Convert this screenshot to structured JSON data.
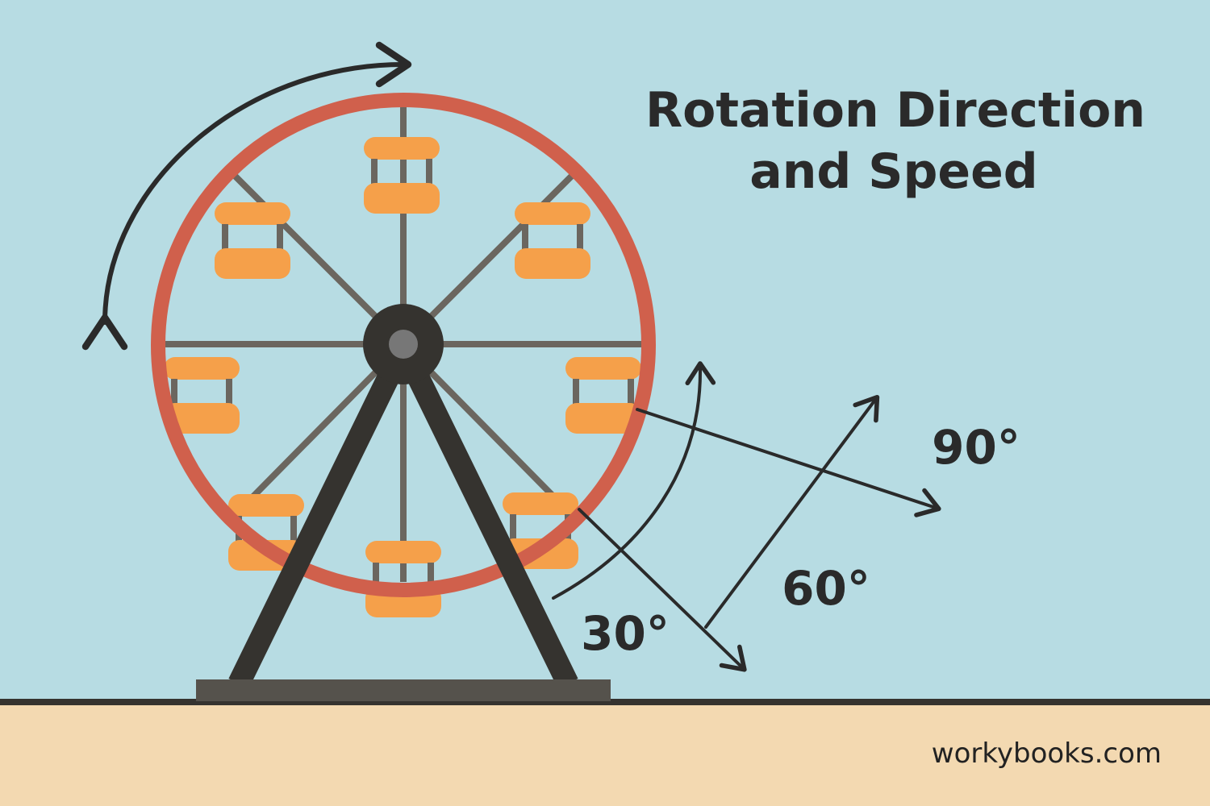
{
  "title_line1": "Rotation Direction",
  "title_line2": "and Speed",
  "angles": {
    "a90": "90°",
    "a60": "60°",
    "a30": "30°"
  },
  "watermark": "workybooks.com",
  "colors": {
    "sky": "#b7dce3",
    "ground": "#f3d9b1",
    "ring": "#d0604c",
    "gondola": "#f5a04a",
    "frame": "#35332f",
    "spoke": "#6b665f"
  }
}
